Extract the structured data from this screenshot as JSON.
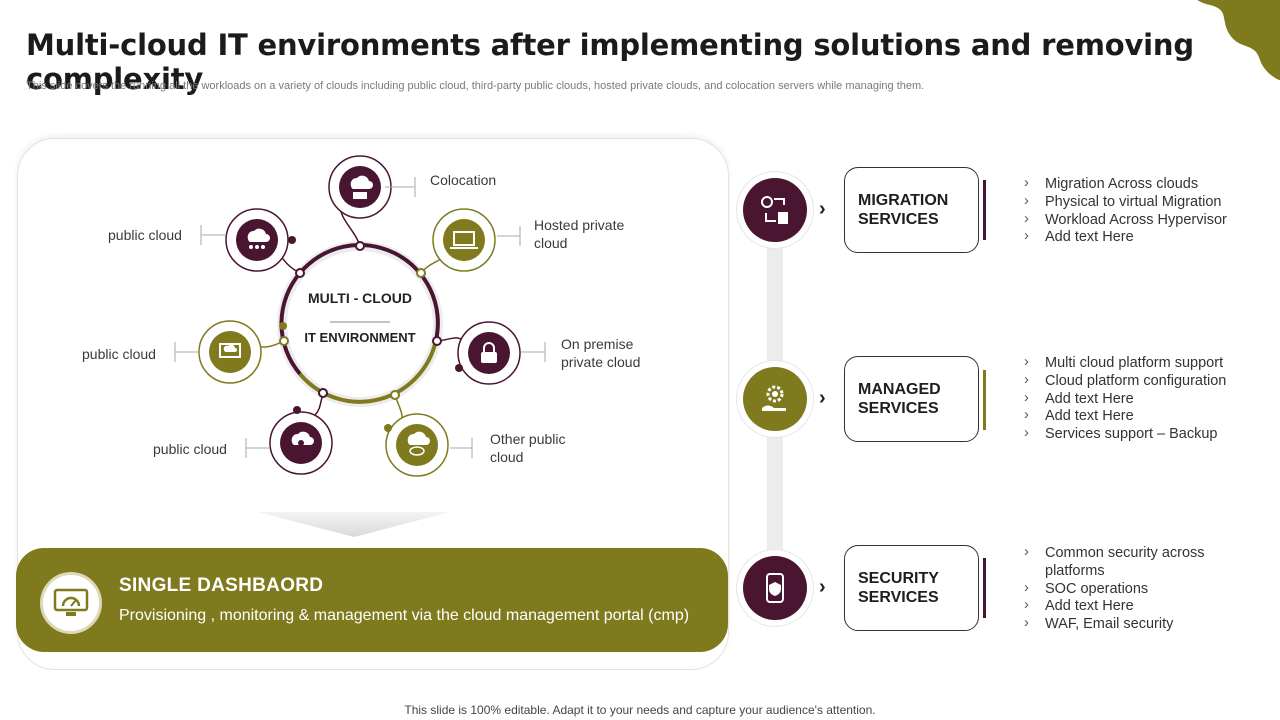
{
  "header": {
    "title": "Multi-cloud IT environments after implementing solutions and removing complexity",
    "subtitle": "This slide covers the running all the workloads on a variety  of clouds including public cloud, third-party public clouds, hosted private clouds, and colocation servers while managing them."
  },
  "hub": {
    "center_title": "MULTI - CLOUD",
    "center_sub": "IT ENVIRONMENT",
    "nodes": [
      {
        "label": "Colocation",
        "color": "#4a1531",
        "icon": "server-cloud-icon"
      },
      {
        "label": "Hosted private cloud",
        "color": "#7f7a1e",
        "icon": "laptop-code-icon"
      },
      {
        "label": "On premise private cloud",
        "color": "#4a1531",
        "icon": "lock-icon"
      },
      {
        "label": "Other public cloud",
        "color": "#7f7a1e",
        "icon": "cloud-eye-icon"
      },
      {
        "label": "public cloud",
        "color": "#4a1531",
        "icon": "cloud-upload-icon"
      },
      {
        "label": "public cloud",
        "color": "#7f7a1e",
        "icon": "monitor-cloud-icon"
      },
      {
        "label": "public cloud",
        "color": "#4a1531",
        "icon": "cloud-network-icon"
      }
    ]
  },
  "dashboard": {
    "title": "SINGLE  DASHBAORD",
    "text": "Provisioning , monitoring & management via the cloud management portal (cmp)",
    "icon": "monitor-gauge-icon"
  },
  "services": [
    {
      "name": "MIGRATION SERVICES",
      "color": "#4a1531",
      "icon": "migration-icon",
      "items": [
        "Migration Across clouds",
        "Physical to virtual Migration",
        "Workload Across Hypervisor",
        "Add text Here"
      ]
    },
    {
      "name": "MANAGED SERVICES",
      "color": "#7f7a1e",
      "icon": "gear-hand-icon",
      "items": [
        "Multi cloud platform support",
        "Cloud platform configuration",
        "Add text Here",
        "Add text Here",
        "Services support – Backup"
      ]
    },
    {
      "name": "SECURITY SERVICES",
      "color": "#4a1531",
      "icon": "phone-shield-icon",
      "items": [
        "Common security across platforms",
        "SOC operations",
        "Add text Here",
        "WAF, Email security"
      ]
    }
  ],
  "footer": "This slide is 100% editable. Adapt it to your needs and capture your audience's attention."
}
